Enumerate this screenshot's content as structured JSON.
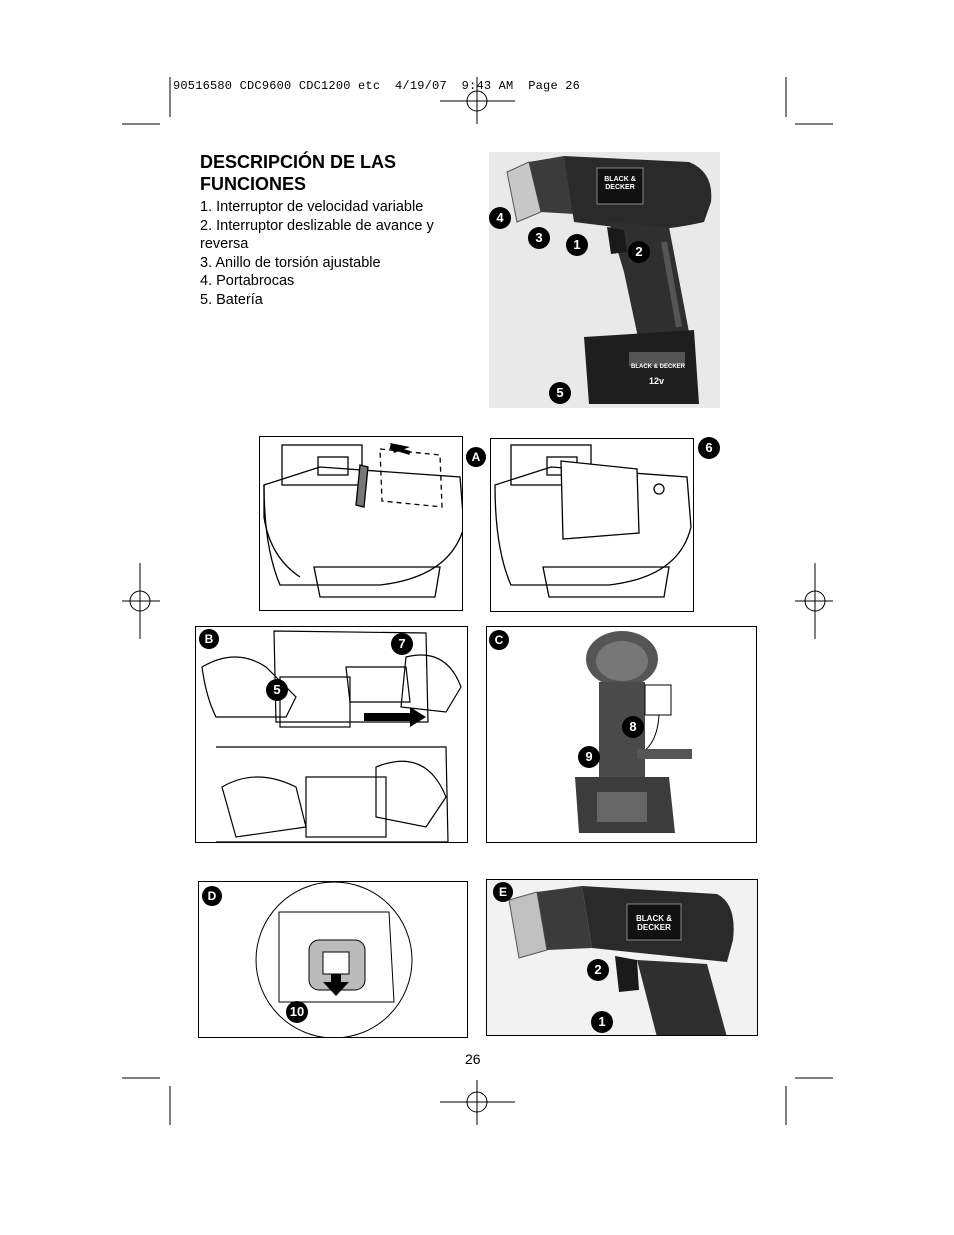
{
  "header": {
    "print_line": "90516580 CDC9600 CDC1200 etc  4/19/07  9:43 AM  Page 26"
  },
  "section": {
    "title": "DESCRIPCIÓN DE LAS FUNCIONES",
    "items": [
      "1. Interruptor de velocidad variable",
      "2. Interruptor deslizable de avance y reversa",
      "3. Anillo de torsión ajustable",
      "4. Portabrocas",
      "5. Batería"
    ]
  },
  "drill_main": {
    "brand_logo": "BLACK & DECKER",
    "battery_logo": "BLACK & DECKER",
    "battery_voltage": "12v",
    "callouts": [
      "4",
      "3",
      "1",
      "2",
      "5"
    ]
  },
  "figures": {
    "A": {
      "label": "A",
      "callouts": [
        "6"
      ]
    },
    "B": {
      "label": "B",
      "callouts": [
        "7",
        "5"
      ]
    },
    "C": {
      "label": "C",
      "callouts": [
        "8",
        "9"
      ]
    },
    "D": {
      "label": "D",
      "callouts": [
        "10"
      ]
    },
    "E": {
      "label": "E",
      "callouts": [
        "2",
        "1"
      ],
      "brand_logo": "BLACK & DECKER"
    }
  },
  "footer": {
    "page_number": "26"
  },
  "icons": [
    "crop-mark",
    "registration-mark"
  ]
}
